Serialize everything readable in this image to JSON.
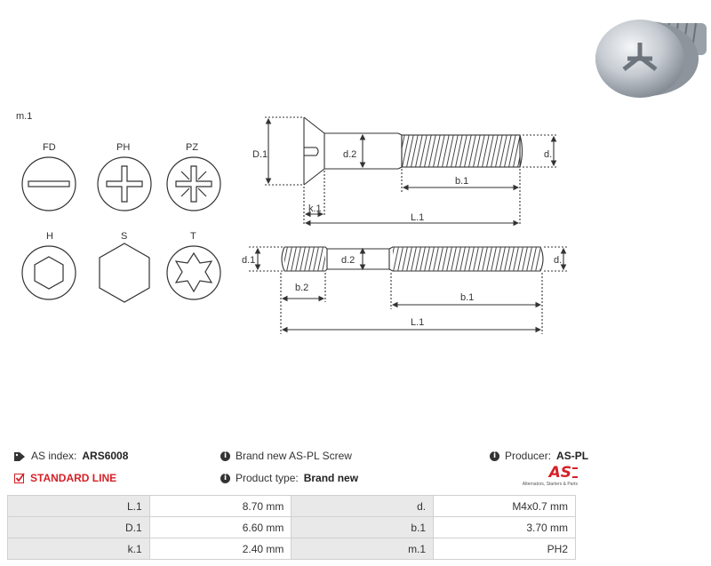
{
  "drawing": {
    "m1": "m.1",
    "heads": [
      "FD",
      "PH",
      "PZ",
      "H",
      "S",
      "T"
    ],
    "dims": {
      "D1": "D.1",
      "d2": "d.2",
      "d": "d.",
      "b1": "b.1",
      "k1": "k.1",
      "L1": "L.1",
      "d1": "d.1",
      "b2": "b.2"
    }
  },
  "info": {
    "as_index_label": "AS index:",
    "as_index_value": "ARS6008",
    "line": "STANDARD LINE",
    "brand_new": "Brand new AS-PL Screw",
    "product_type_label": "Product type:",
    "product_type_value": "Brand new",
    "producer_label": "Producer:",
    "producer_value": "AS-PL",
    "logo_text": "AS",
    "logo_sub": "Alternators, Starters & Parts"
  },
  "specs": [
    [
      "L.1",
      "8.70 mm",
      "d.",
      "M4x0.7 mm"
    ],
    [
      "D.1",
      "6.60 mm",
      "b.1",
      "3.70 mm"
    ],
    [
      "k.1",
      "2.40 mm",
      "m.1",
      "PH2"
    ]
  ],
  "colors": {
    "accent": "#d62027",
    "header_bg": "#e9e9e9"
  }
}
